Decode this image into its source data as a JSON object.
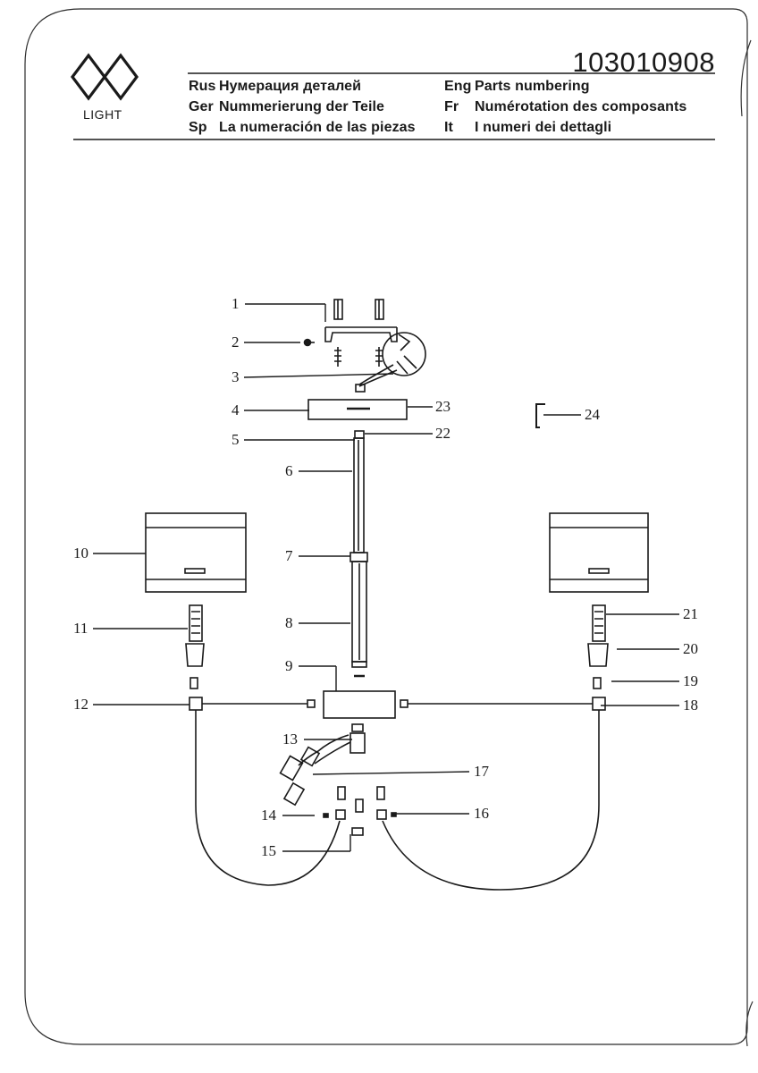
{
  "document": {
    "brand": "LIGHT",
    "doc_number": "103010908",
    "headings": {
      "rus": {
        "code": "Rus",
        "text": "Нумерация деталей"
      },
      "eng": {
        "code": "Eng",
        "text": "Parts numbering"
      },
      "ger": {
        "code": "Ger",
        "text": "Nummerierung der Teile"
      },
      "fr": {
        "code": "Fr",
        "text": "Numérotation des composants"
      },
      "sp": {
        "code": "Sp",
        "text": "La numeración de las piezas"
      },
      "it": {
        "code": "It",
        "text": "I numeri dei dettagli"
      }
    }
  },
  "parts": {
    "p1": "1",
    "p2": "2",
    "p3": "3",
    "p4": "4",
    "p5": "5",
    "p6": "6",
    "p7": "7",
    "p8": "8",
    "p9": "9",
    "p10": "10",
    "p11": "11",
    "p12": "12",
    "p13": "13",
    "p14": "14",
    "p15": "15",
    "p16": "16",
    "p17": "17",
    "p18": "18",
    "p19": "19",
    "p20": "20",
    "p21": "21",
    "p22": "22",
    "p23": "23",
    "p24": "24"
  },
  "colors": {
    "ink": "#1a1a1a",
    "paper": "#ffffff"
  },
  "icons": {
    "logo": "mw-logo-icon"
  }
}
